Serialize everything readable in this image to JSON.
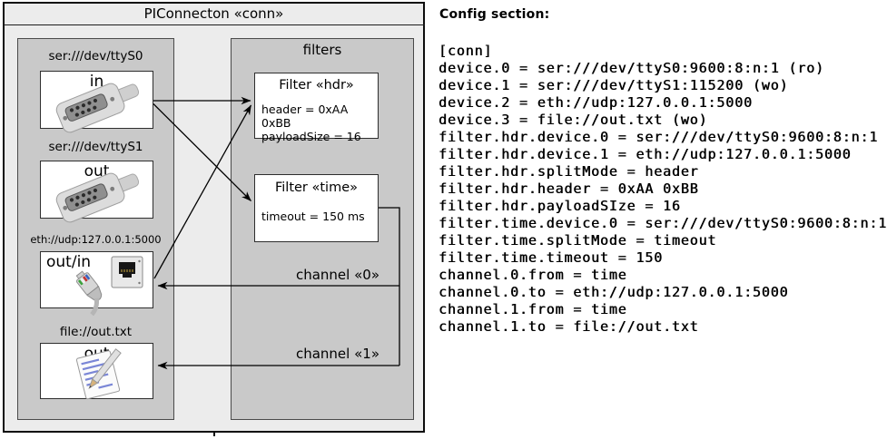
{
  "diagram": {
    "title": "PIConnecton «conn»",
    "filters_panel_label": "filters",
    "devices": [
      {
        "uri": "ser:///dev/ttyS0",
        "port": "in",
        "icon": "serial-connector-icon"
      },
      {
        "uri": "ser:///dev/ttyS1",
        "port": "out",
        "icon": "serial-connector-icon"
      },
      {
        "uri": "eth://udp:127.0.0.1:5000",
        "port": "out/in",
        "icon": "ethernet-jack-icon"
      },
      {
        "uri": "file://out.txt",
        "port": "out",
        "icon": "notepad-pencil-icon"
      }
    ],
    "filters": [
      {
        "title": "Filter «hdr»",
        "attributes": [
          "header = 0xAA 0xBB",
          "payloadSize = 16"
        ]
      },
      {
        "title": "Filter «time»",
        "attributes": [
          "timeout = 150 ms"
        ]
      }
    ],
    "channels": [
      {
        "label": "channel «0»"
      },
      {
        "label": "channel «1»"
      }
    ],
    "colors": {
      "outer_fill": "#ececec",
      "panel_fill": "#c9c9c9",
      "box_fill": "#ffffff",
      "line": "#000000"
    }
  },
  "config": {
    "heading": "Config section:",
    "lines": [
      "[conn]",
      "device.0 = ser:///dev/ttyS0:9600:8:n:1 (ro)",
      "device.1 = ser:///dev/ttyS1:115200 (wo)",
      "device.2 = eth://udp:127.0.0.1:5000",
      "device.3 = file://out.txt (wo)",
      "filter.hdr.device.0 = ser:///dev/ttyS0:9600:8:n:1",
      "filter.hdr.device.1 = eth://udp:127.0.0.1:5000",
      "filter.hdr.splitMode = header",
      "filter.hdr.header = 0xAA 0xBB",
      "filter.hdr.payloadSIze = 16",
      "filter.time.device.0 = ser:///dev/ttyS0:9600:8:n:1",
      "filter.time.splitMode = timeout",
      "filter.time.timeout = 150",
      "channel.0.from = time",
      "channel.0.to = eth://udp:127.0.0.1:5000",
      "channel.1.from = time",
      "channel.1.to = file://out.txt"
    ]
  }
}
